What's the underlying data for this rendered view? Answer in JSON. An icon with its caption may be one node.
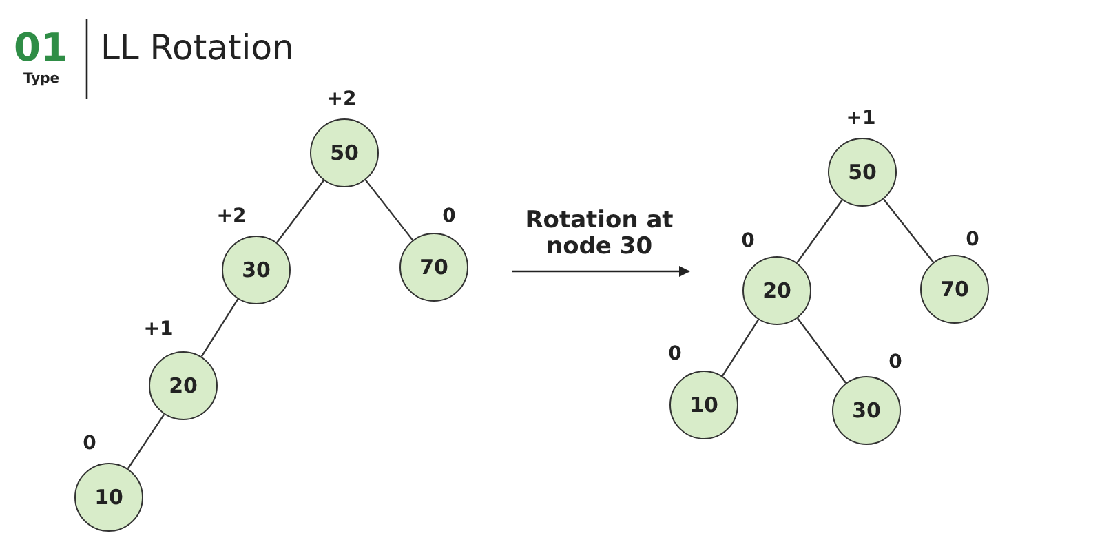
{
  "diagram": {
    "title": "LL Rotation",
    "nodes": [
      {
        "text": [
          "50"
        ],
        "beside": [
          "+2"
        ]
      },
      {
        "text": [
          "30"
        ],
        "beside": [
          "+2"
        ]
      },
      {
        "text": [
          "70"
        ],
        "beside": [
          "0"
        ]
      },
      {
        "text": [
          "20"
        ],
        "beside": [
          "+1"
        ]
      },
      {
        "text": [
          "10"
        ],
        "beside": [
          "0"
        ]
      },
      {
        "text": [
          "50"
        ],
        "beside": [
          "+1"
        ]
      },
      {
        "text": [
          "20"
        ],
        "beside": [
          "0"
        ]
      },
      {
        "text": [
          "70"
        ],
        "beside": [
          "0"
        ]
      },
      {
        "text": [
          "10"
        ],
        "beside": [
          "0"
        ]
      },
      {
        "text": [
          "30"
        ],
        "beside": [
          "0"
        ]
      }
    ],
    "edges": [
      {
        "from": 0,
        "to": 1,
        "arrow": "none"
      },
      {
        "from": 0,
        "to": 2,
        "arrow": "none"
      },
      {
        "from": 1,
        "to": 3,
        "arrow": "none"
      },
      {
        "from": 3,
        "to": 4,
        "arrow": "none"
      },
      {
        "from": 5,
        "to": 6,
        "arrow": "none"
      },
      {
        "from": 5,
        "to": 7,
        "arrow": "none"
      },
      {
        "from": 6,
        "to": 8,
        "arrow": "none"
      },
      {
        "from": 6,
        "to": 9,
        "arrow": "none"
      }
    ],
    "labels": [
      "01",
      "Type",
      "Rotation at node 30"
    ]
  }
}
